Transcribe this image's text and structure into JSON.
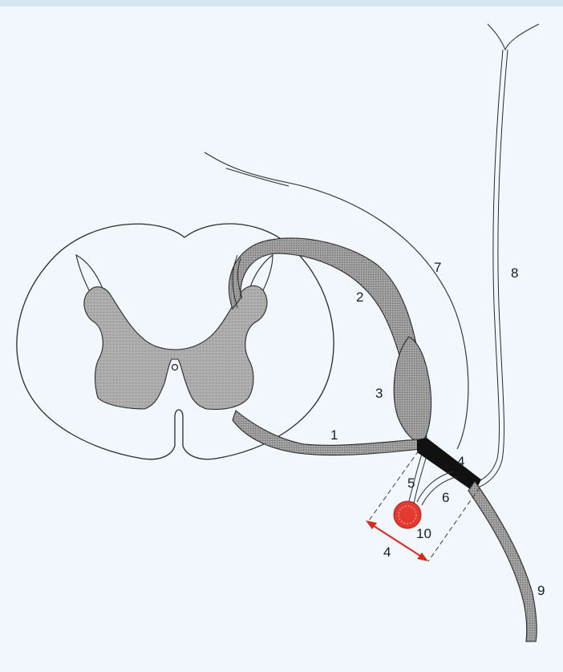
{
  "labels": {
    "n1": "1",
    "n2": "2",
    "n3": "3",
    "n4": "4",
    "n5": "5",
    "n6": "6",
    "n7": "7",
    "n8": "8",
    "n9": "9",
    "n10": "10",
    "segment_length": "4"
  },
  "colors": {
    "background": "#f1f7fd",
    "grey_matter": "#a8a8a8",
    "nerve_fill": "#8e8e8e",
    "spinal_nerve_trunk": "#111111",
    "ganglion": "#e23a2e",
    "measure_arrow": "#d9291c"
  }
}
